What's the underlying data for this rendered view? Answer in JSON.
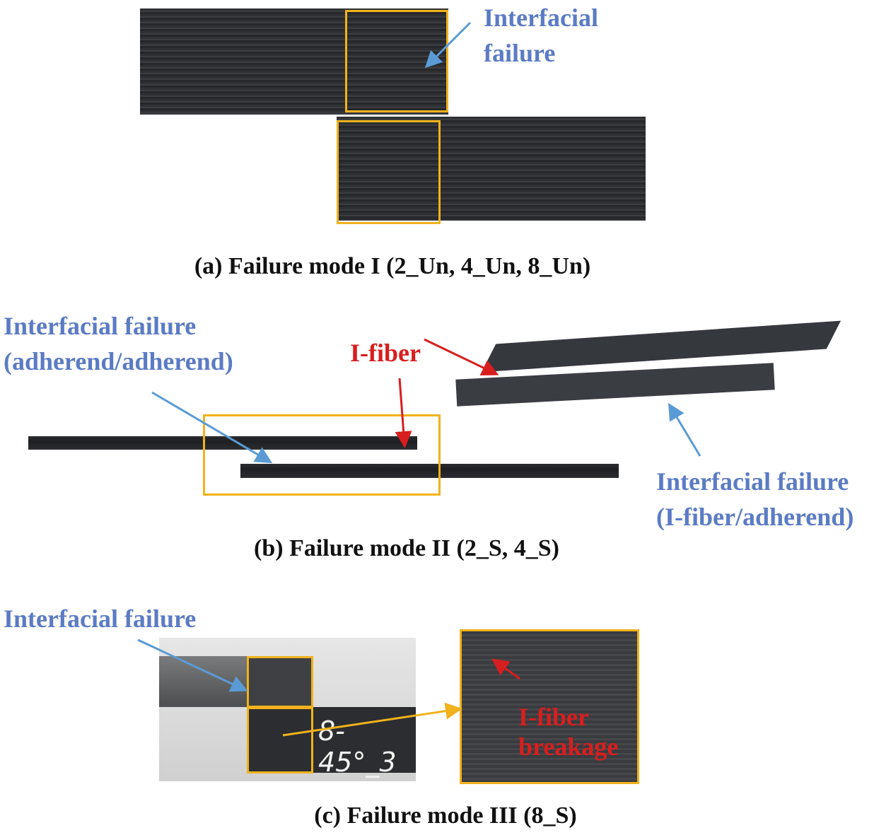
{
  "panel_a": {
    "label": [
      "Interfacial",
      "failure"
    ],
    "caption": "(a) Failure mode I (2_Un, 4_Un, 8_Un)"
  },
  "panel_b": {
    "label_left": [
      "Interfacial failure",
      "(adherend/adherend)"
    ],
    "label_ifiber": "I-fiber",
    "label_right": [
      "Interfacial failure",
      "(I-fiber/adherend)"
    ],
    "caption": "(b) Failure mode II (2_S, 4_S)"
  },
  "panel_c": {
    "label": "Interfacial failure",
    "specimen_marking": "8-45°_3",
    "zoom_label": [
      "I-fiber",
      "breakage"
    ],
    "caption": "(c) Failure mode III (8_S)"
  },
  "colors": {
    "blue_label": "#5b7bc4",
    "red_label": "#d81e1e",
    "highlight_box": "#f1b21c"
  }
}
